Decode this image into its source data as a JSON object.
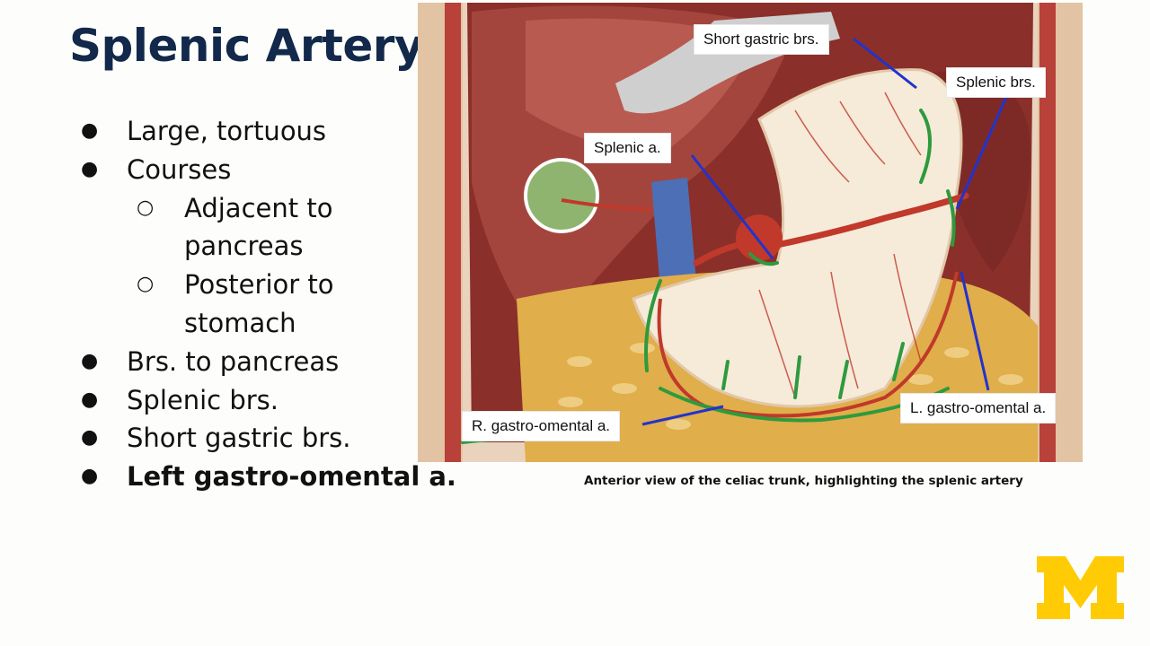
{
  "slide": {
    "title": "Splenic Artery",
    "bullets": [
      {
        "text": "Large, tortuous",
        "level": 1,
        "bold": false
      },
      {
        "text": "Courses",
        "level": 1,
        "bold": false
      },
      {
        "text": "Adjacent to pancreas",
        "level": 2,
        "bold": false
      },
      {
        "text": "Posterior to stomach",
        "level": 2,
        "bold": false
      },
      {
        "text": "Brs. to pancreas",
        "level": 1,
        "bold": false
      },
      {
        "text": "Splenic brs.",
        "level": 1,
        "bold": false
      },
      {
        "text": "Short gastric brs.",
        "level": 1,
        "bold": false
      },
      {
        "text": "Left gastro-omental a.",
        "level": 1,
        "bold": true
      }
    ]
  },
  "figure": {
    "labels": {
      "short_gastric": "Short gastric brs.",
      "splenic_brs": "Splenic brs.",
      "splenic_a": "Splenic a.",
      "r_gastro_omental": "R. gastro-omental a.",
      "l_gastro_omental": "L. gastro-omental a."
    },
    "caption": "Anterior view of the celiac trunk, highlighting the splenic artery",
    "colors": {
      "artery": "#c0392b",
      "annotation_green": "#2e9a3e",
      "pointer_blue": "#2233cc",
      "vein": "#4d6fb5"
    }
  },
  "brand": {
    "logo": "university-block-m-logo",
    "logo_color": "#ffcb05"
  }
}
